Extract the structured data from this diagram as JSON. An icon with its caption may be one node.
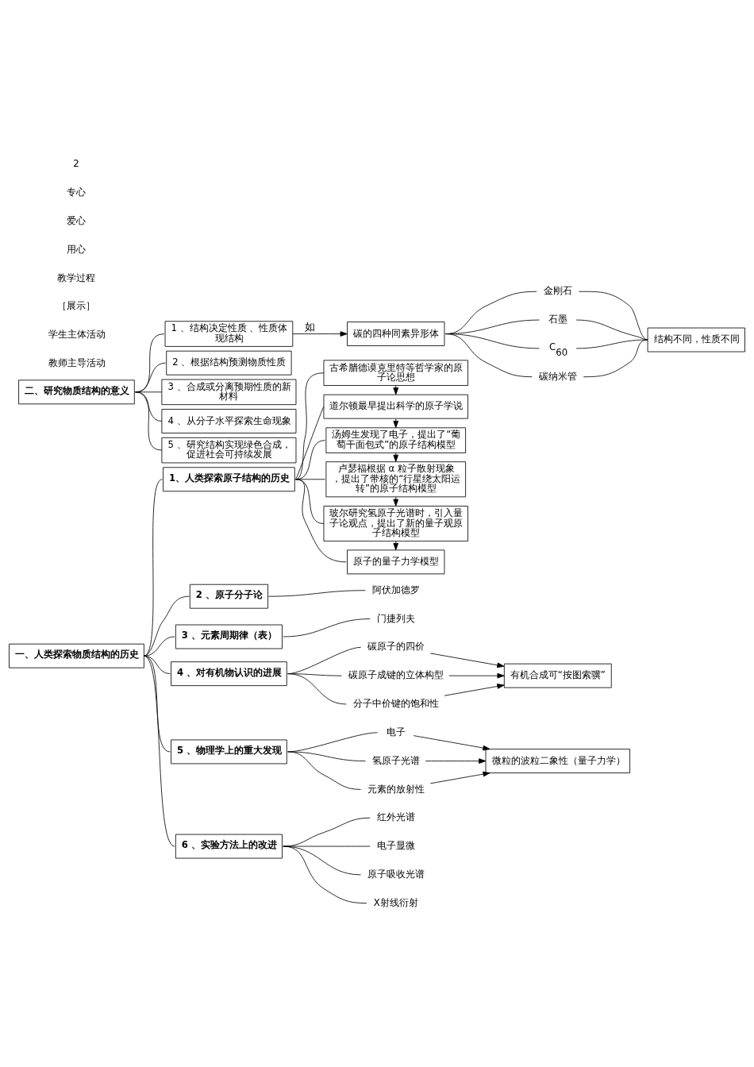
{
  "diagram": {
    "nodes": [
      {
        "text": [
          "一、人类探索物质结构的历史"
        ]
      },
      {
        "text": [
          "1、人类探索原子结构的历史"
        ]
      },
      {
        "text": [
          "古希腊德谟克里特等哲学家的原子论思想"
        ]
      },
      {
        "text": [
          "道尔顿最早提出科学的原子学说"
        ]
      },
      {
        "text": [
          "汤姆生发现了电子，提出了“葡萄干面包式”的原子结构模型"
        ]
      },
      {
        "text": [
          "卢瑟福根据 α 粒子散射现象，提出了带核的“行星绕太阳运转”的原子结构模型"
        ]
      },
      {
        "text": [
          "玻尔研究氢原子光谱时，引入量子论观点，提出了新的量子观原子结构模型"
        ]
      },
      {
        "text": [
          "原子的量子力学模型"
        ]
      },
      {
        "text": [
          "2 、原子分子论"
        ]
      },
      {
        "text": [
          "阿伏加德罗"
        ]
      },
      {
        "text": [
          "3 、元素周期律（表）"
        ]
      },
      {
        "text": [
          "门捷列夫"
        ]
      },
      {
        "text": [
          "4 、对有机物认识的进展"
        ]
      },
      {
        "text": [
          "碳原子的四价"
        ]
      },
      {
        "text": [
          "碳原子成键的立体构型"
        ]
      },
      {
        "text": [
          "分子中价键的饱和性"
        ]
      },
      {
        "text": [
          "有机合成可“按图索骥”"
        ]
      },
      {
        "text": [
          "5 、物理学上的重大发现"
        ]
      },
      {
        "text": [
          "电子"
        ]
      },
      {
        "text": [
          "氢原子光谱"
        ]
      },
      {
        "text": [
          "元素的放射性"
        ]
      },
      {
        "text": [
          "微粒的波粒二象性（量子力学）"
        ]
      },
      {
        "text": [
          "6 、实验方法上的改进"
        ]
      },
      {
        "text": [
          "红外光谱"
        ]
      },
      {
        "text": [
          "电子显微"
        ]
      },
      {
        "text": [
          "原子吸收光谱"
        ]
      },
      {
        "text": [
          "X射线衍射"
        ]
      },
      {
        "text": [
          "二、研究物质结构的意义"
        ]
      },
      {
        "text": [
          "1 、结构决定性质 、性质体现结构"
        ]
      },
      {
        "text": [
          "碳的四种同素异形体"
        ]
      },
      {
        "text": [
          "金刚石"
        ]
      },
      {
        "text": [
          "石墨"
        ]
      },
      {
        "text": [
          "C$_{60}$"
        ]
      },
      {
        "text": [
          "碳纳米管"
        ]
      },
      {
        "text": [
          "结构不同，性质不同"
        ]
      },
      {
        "text": [
          "2 、根据结构预测物质性质"
        ]
      },
      {
        "text": [
          "3 、合成或分离预期性质的新材料"
        ]
      },
      {
        "text": [
          "4 、从分子水平探索生命现象"
        ]
      },
      {
        "text": [
          "5 、研究结构实现绿色合成，促进社会可持续发展"
        ]
      }
    ],
    "edges": [
      {
        "from": 0,
        "to": 1,
        "arrow": "none"
      },
      {
        "from": 0,
        "to": 8,
        "arrow": "none"
      },
      {
        "from": 0,
        "to": 10,
        "arrow": "none"
      },
      {
        "from": 0,
        "to": 12,
        "arrow": "none"
      },
      {
        "from": 0,
        "to": 17,
        "arrow": "none"
      },
      {
        "from": 0,
        "to": 22,
        "arrow": "none"
      },
      {
        "from": 1,
        "to": 2,
        "arrow": "none"
      },
      {
        "from": 1,
        "to": 3,
        "arrow": "none"
      },
      {
        "from": 1,
        "to": 4,
        "arrow": "none"
      },
      {
        "from": 1,
        "to": 5,
        "arrow": "none"
      },
      {
        "from": 1,
        "to": 6,
        "arrow": "none"
      },
      {
        "from": 1,
        "to": 7,
        "arrow": "none"
      },
      {
        "from": 2,
        "to": 3,
        "arrow": "to"
      },
      {
        "from": 3,
        "to": 4,
        "arrow": "to"
      },
      {
        "from": 4,
        "to": 5,
        "arrow": "to"
      },
      {
        "from": 5,
        "to": 6,
        "arrow": "to"
      },
      {
        "from": 6,
        "to": 7,
        "arrow": "to"
      },
      {
        "from": 8,
        "to": 9,
        "arrow": "none"
      },
      {
        "from": 10,
        "to": 11,
        "arrow": "none"
      },
      {
        "from": 12,
        "to": 13,
        "arrow": "none"
      },
      {
        "from": 12,
        "to": 14,
        "arrow": "none"
      },
      {
        "from": 12,
        "to": 15,
        "arrow": "none"
      },
      {
        "from": 13,
        "to": 16,
        "arrow": "to"
      },
      {
        "from": 14,
        "to": 16,
        "arrow": "to"
      },
      {
        "from": 15,
        "to": 16,
        "arrow": "to"
      },
      {
        "from": 17,
        "to": 18,
        "arrow": "none"
      },
      {
        "from": 17,
        "to": 19,
        "arrow": "none"
      },
      {
        "from": 17,
        "to": 20,
        "arrow": "none"
      },
      {
        "from": 18,
        "to": 21,
        "arrow": "to"
      },
      {
        "from": 19,
        "to": 21,
        "arrow": "to"
      },
      {
        "from": 20,
        "to": 21,
        "arrow": "to"
      },
      {
        "from": 22,
        "to": 23,
        "arrow": "none"
      },
      {
        "from": 22,
        "to": 24,
        "arrow": "none"
      },
      {
        "from": 22,
        "to": 25,
        "arrow": "none"
      },
      {
        "from": 22,
        "to": 26,
        "arrow": "none"
      },
      {
        "from": 27,
        "to": 28,
        "arrow": "none"
      },
      {
        "from": 27,
        "to": 35,
        "arrow": "none"
      },
      {
        "from": 27,
        "to": 36,
        "arrow": "none"
      },
      {
        "from": 27,
        "to": 37,
        "arrow": "none"
      },
      {
        "from": 27,
        "to": 38,
        "arrow": "none"
      },
      {
        "from": 28,
        "to": 29,
        "arrow": "to",
        "label": "如"
      },
      {
        "from": 29,
        "to": 30,
        "arrow": "none"
      },
      {
        "from": 29,
        "to": 31,
        "arrow": "none"
      },
      {
        "from": 29,
        "to": 32,
        "arrow": "none"
      },
      {
        "from": 29,
        "to": 33,
        "arrow": "none"
      },
      {
        "from": 30,
        "to": 34,
        "arrow": "none"
      },
      {
        "from": 31,
        "to": 34,
        "arrow": "none"
      },
      {
        "from": 32,
        "to": 34,
        "arrow": "none"
      },
      {
        "from": 33,
        "to": 34,
        "arrow": "none"
      }
    ],
    "labels": [
      "教师主导活动",
      "学生主体活动",
      "［展示］",
      "教学过程",
      "用心",
      "爱心",
      "专心",
      "2"
    ]
  }
}
